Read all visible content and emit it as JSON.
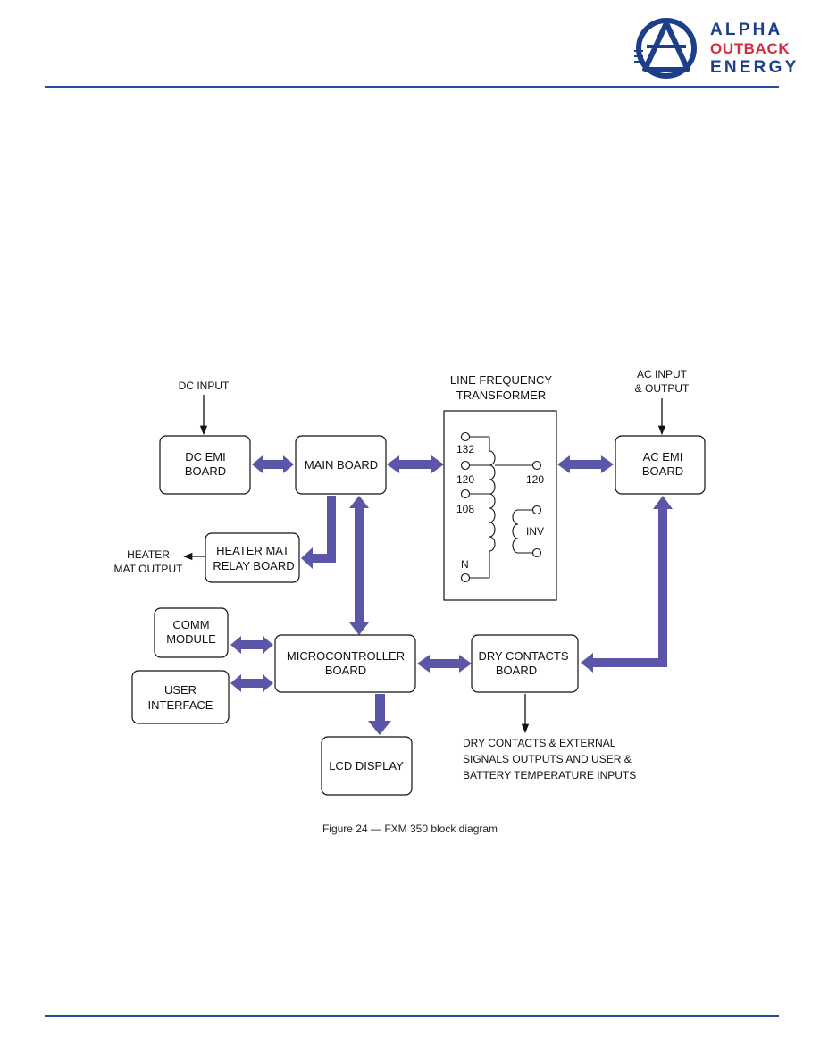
{
  "brand": {
    "lines": [
      "ALPHA",
      "OUTBACK",
      "ENERGY"
    ],
    "colors": {
      "navy": "#1d3e88",
      "red": "#d42e3e",
      "rule": "#1f4e9a"
    }
  },
  "diagram": {
    "arrow_color": "#5c56a8",
    "boxes": {
      "dc_emi": [
        "DC EMI",
        "BOARD"
      ],
      "main": [
        "MAIN BOARD"
      ],
      "heater": [
        "HEATER MAT",
        "RELAY BOARD"
      ],
      "ac_emi": [
        "AC EMI",
        "BOARD"
      ],
      "comm": [
        "COMM",
        "MODULE"
      ],
      "user": [
        "USER",
        "INTERFACE"
      ],
      "micro": [
        "MICROCONTROLLER",
        "BOARD"
      ],
      "dry": [
        "DRY CONTACTS",
        "BOARD"
      ],
      "lcd": [
        "LCD DISPLAY"
      ]
    },
    "transformer": {
      "title": [
        "LINE FREQUENCY",
        "TRANSFORMER"
      ],
      "taps": [
        "132",
        "120",
        "108",
        "N"
      ],
      "out_tap": "120",
      "inv": "INV"
    },
    "labels": {
      "dc_input": "DC INPUT",
      "ac_input": [
        "AC INPUT",
        "& OUTPUT"
      ],
      "heater_output": [
        "HEATER",
        "MAT OUTPUT"
      ],
      "dry_output": [
        "DRY CONTACTS & EXTERNAL",
        "SIGNALS OUTPUTS AND USER &",
        "BATTERY TEMPERATURE INPUTS"
      ]
    }
  },
  "caption": "Figure 24  —  FXM 350 block diagram"
}
